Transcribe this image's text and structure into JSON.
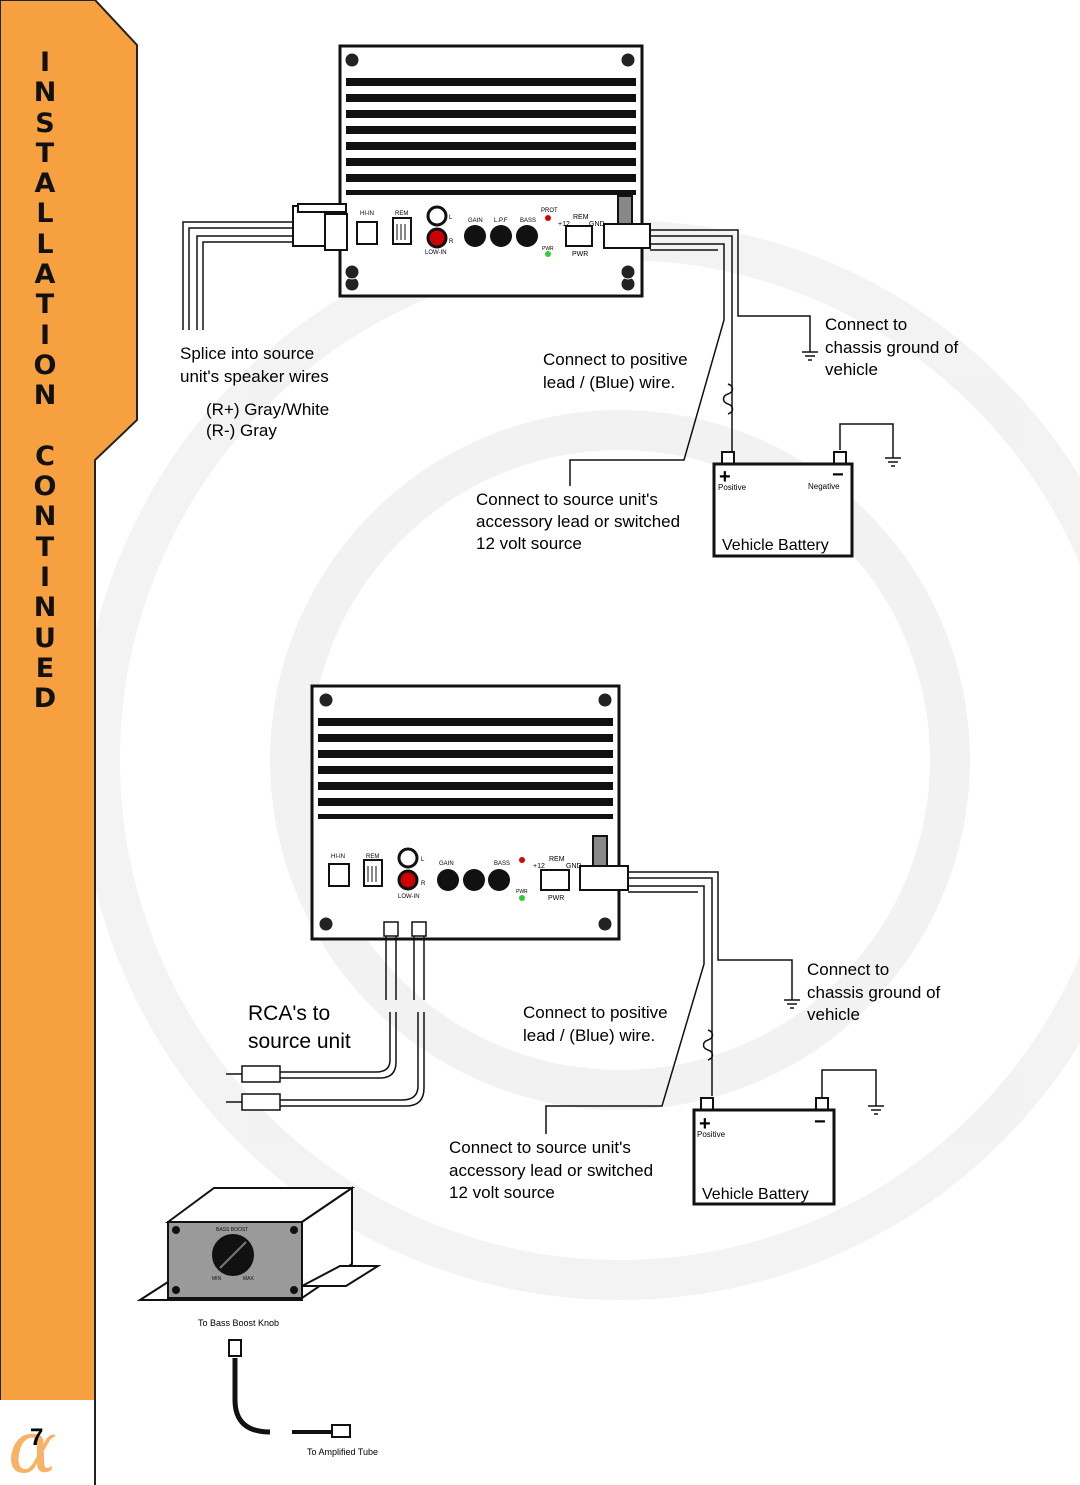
{
  "sidebar": {
    "title_letters": [
      "I",
      "N",
      "S",
      "T",
      "A",
      "L",
      "L",
      "A",
      "T",
      "I",
      "O",
      "N",
      "",
      "C",
      "O",
      "N",
      "T",
      "I",
      "N",
      "U",
      "E",
      "D"
    ],
    "page_number": "7",
    "brand_symbol": "α",
    "accent_color": "#f7a040"
  },
  "top_diagram": {
    "amp_panel": {
      "hi_in": "HI-IN",
      "rem": "REM",
      "low_in": "LOW-IN",
      "l": "L",
      "r": "R",
      "gain": "GAIN",
      "lpf": "L.P.F",
      "bass": "BASS",
      "prot": "PROT",
      "pwr": "PWR",
      "plus12": "+12",
      "gnd": "GND",
      "rem2": "REM",
      "pwr_label": "PWR"
    },
    "splice_label_1": "Splice into source",
    "splice_label_2": "unit's speaker wires",
    "r_plus": "(R+) Gray/White",
    "r_minus": "(R-) Gray",
    "positive_1": "Connect to positive",
    "positive_2": "lead / (Blue) wire.",
    "ground_1": "Connect to",
    "ground_2": "chassis ground of",
    "ground_3": "vehicle",
    "acc_1": "Connect to source unit's",
    "acc_2": "accessory lead or switched",
    "acc_3": "12 volt source",
    "battery_positive": "Positive",
    "battery_negative": "Negative",
    "battery_label": "Vehicle Battery",
    "plus_sign": "+",
    "minus_sign": "−"
  },
  "bottom_diagram": {
    "amp_panel": {
      "hi_in": "HI-IN",
      "rem": "REM",
      "low_in": "LOW-IN",
      "l": "L",
      "r": "R",
      "gain": "GAIN",
      "bass": "BASS",
      "pwr": "PWR",
      "plus12": "+12",
      "gnd": "GND",
      "rem2": "REM",
      "pwr_label": "PWR"
    },
    "rca_1": "RCA's to",
    "rca_2": "source unit",
    "positive_1": "Connect to positive",
    "positive_2": "lead / (Blue) wire.",
    "ground_1": "Connect to",
    "ground_2": "chassis ground of",
    "ground_3": "vehicle",
    "acc_1": "Connect to source unit's",
    "acc_2": "accessory lead or switched",
    "acc_3": "12 volt source",
    "battery_positive": "Positive",
    "battery_label": "Vehicle Battery",
    "plus_sign": "+",
    "minus_sign": "−"
  },
  "bass_knob": {
    "title": "BASS BOOST",
    "min": "MIN",
    "max": "MAX",
    "caption_top": "To Bass Boost Knob",
    "caption_bottom": "To Amplified Tube"
  }
}
